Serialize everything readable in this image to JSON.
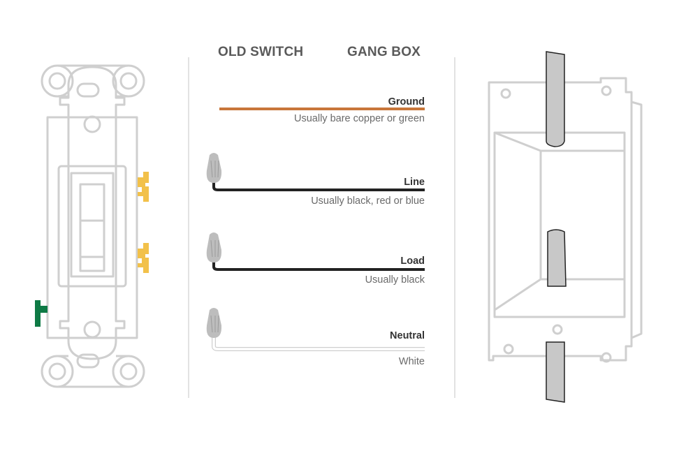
{
  "headers": {
    "old_switch": "OLD SWITCH",
    "gang_box": "GANG BOX"
  },
  "wires": {
    "ground": {
      "label": "Ground",
      "desc": "Usually bare copper or green",
      "color": "#c8763a"
    },
    "line": {
      "label": "Line",
      "desc": "Usually black, red or blue",
      "color": "#222222"
    },
    "load": {
      "label": "Load",
      "desc": "Usually black",
      "color": "#222222"
    },
    "neutral": {
      "label": "Neutral",
      "desc": "White",
      "color": "#ffffff"
    }
  },
  "colors": {
    "outline": "#cfcfcf",
    "brass_terminal": "#f2c14a",
    "ground_terminal": "#0e7a45",
    "wire_nut": "#bdbdbd"
  }
}
